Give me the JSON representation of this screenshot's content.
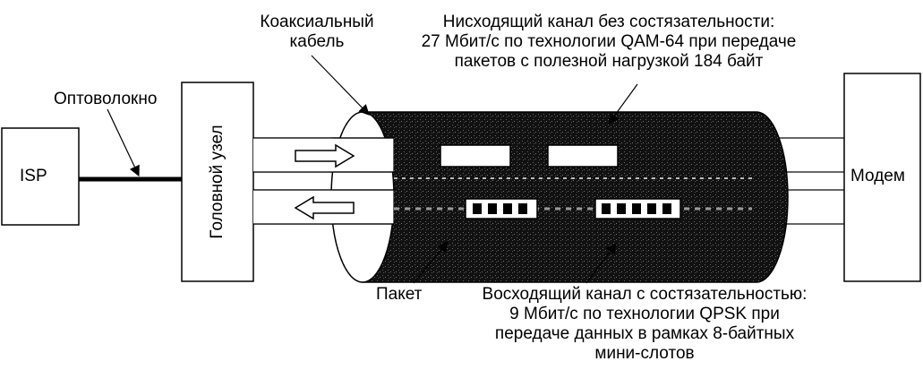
{
  "nodes": {
    "isp": "ISP",
    "headend": "Головной узел",
    "modem": "Модем"
  },
  "labels": {
    "fiber": "Оптоволокно",
    "coax_line1": "Коаксиальный",
    "coax_line2": "кабель",
    "downstream": [
      "Нисходящий канал без состязательности:",
      "27 Мбит/с по технологии QAM-64 при передаче",
      "пакетов с полезной нагрузкой 184 байт"
    ],
    "packet": "Пакет",
    "upstream": [
      "Восходящий канал с состязательностью:",
      "9 Мбит/с по технологии QPSK при",
      "передаче данных в рамках 8-байтных",
      "мини-слотов"
    ]
  },
  "colors": {
    "ink": "#000000",
    "paper": "#ffffff",
    "cable_texture": "#1a1a1a"
  }
}
